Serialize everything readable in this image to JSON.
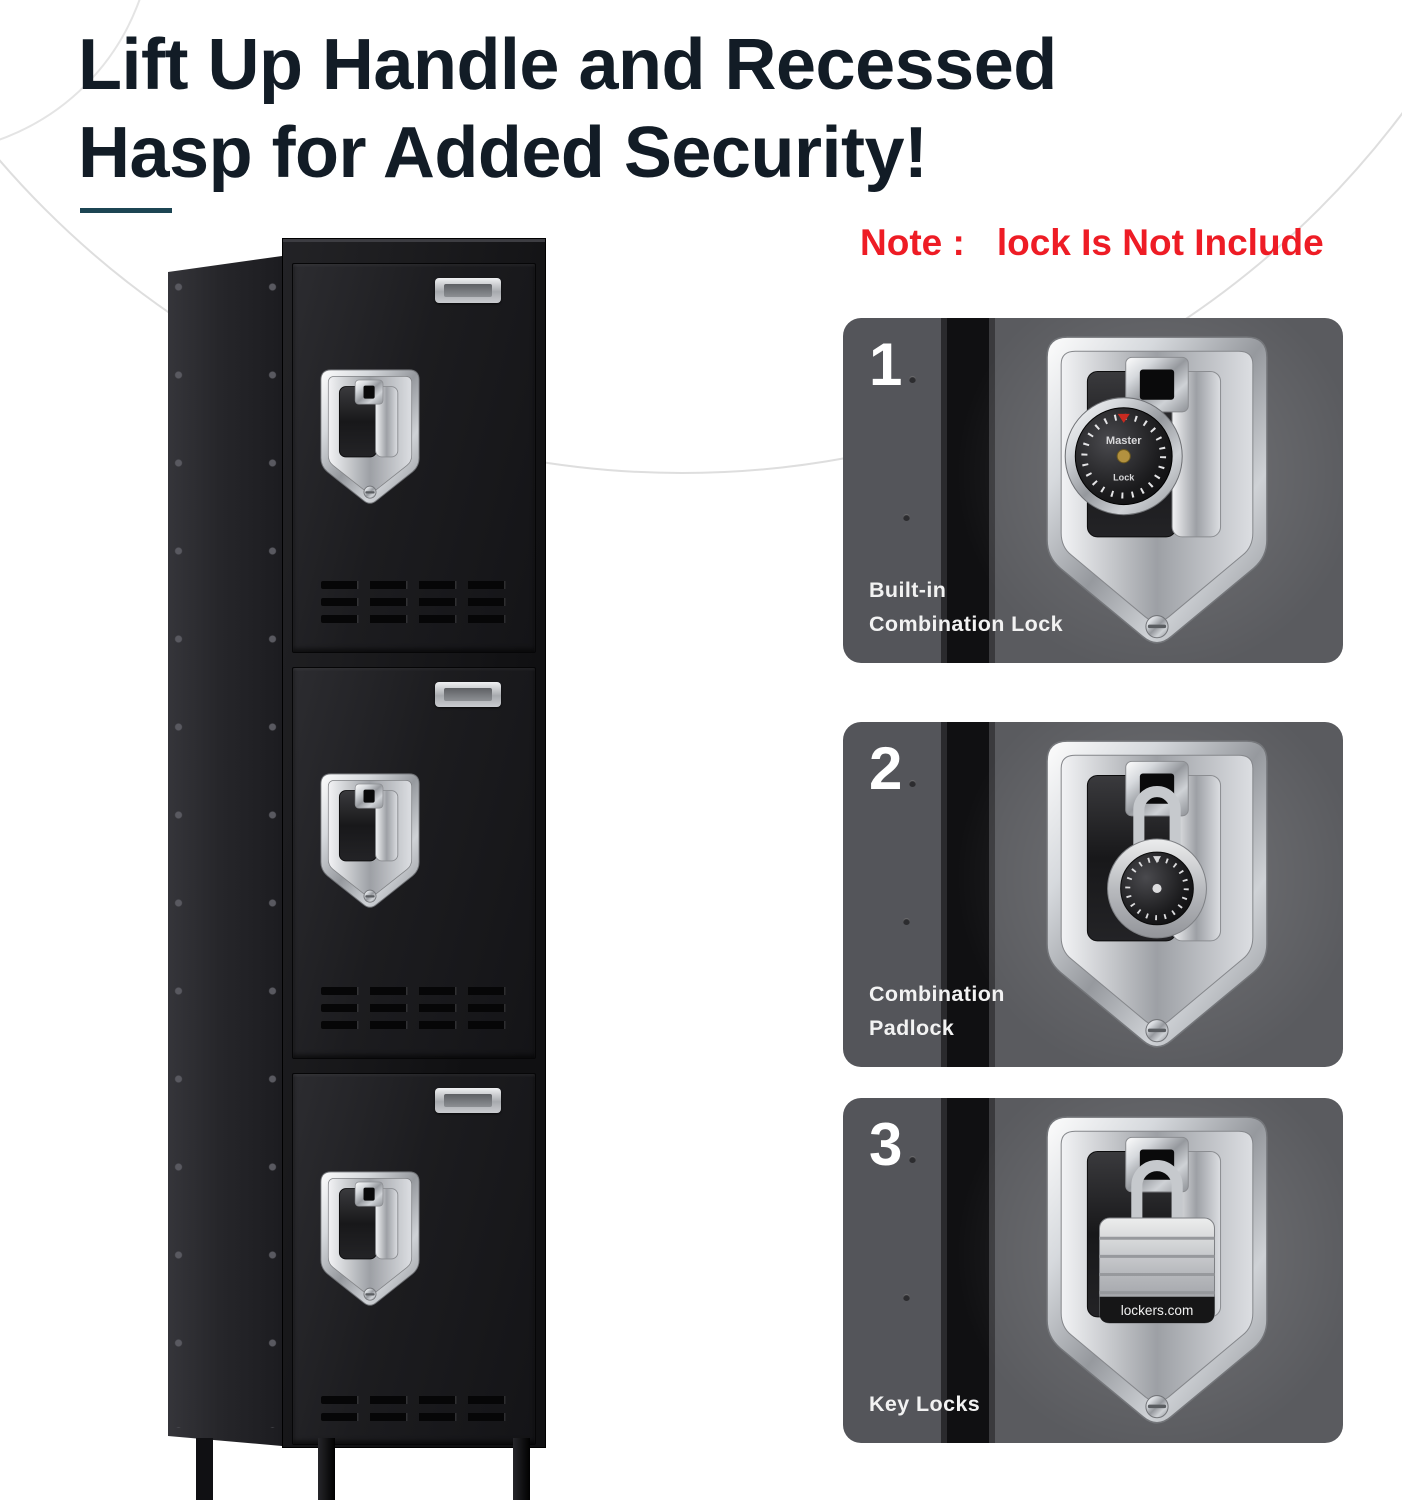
{
  "headline": {
    "line1": "Lift Up Handle and Recessed",
    "line2": "Hasp for Added Security!"
  },
  "note": {
    "prefix": "Note :",
    "text": "lock Is Not Include"
  },
  "panels": [
    {
      "number": "1",
      "label_lines": [
        "Built-in",
        "Combination Lock"
      ],
      "lock": "built-in-combination-lock",
      "dial_brand_top": "Master",
      "dial_brand_bottom": "Lock"
    },
    {
      "number": "2",
      "label_lines": [
        "Combination",
        "Padlock"
      ],
      "lock": "combination-padlock"
    },
    {
      "number": "3",
      "label_lines": [
        "Key Locks"
      ],
      "lock": "key-padlock",
      "lock_label": "lockers.com"
    }
  ],
  "colors": {
    "note_red": "#ee1c25",
    "headline_text": "#121c26",
    "underline_accent": "#1c4553",
    "panel_text": "#f2f2f2"
  }
}
